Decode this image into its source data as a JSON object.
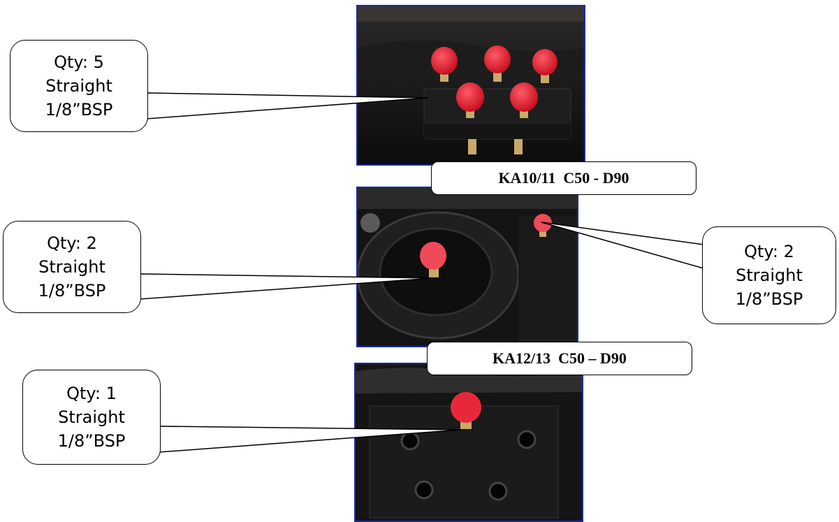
{
  "callouts": [
    {
      "qty": "Qty: 5",
      "type": "Straight",
      "thread": "1/8”BSP"
    },
    {
      "qty": "Qty: 2",
      "type": "Straight",
      "thread": "1/8”BSP"
    },
    {
      "qty": "Qty: 2",
      "type": "Straight",
      "thread": "1/8”BSP"
    },
    {
      "qty": "Qty: 1",
      "type": "Straight",
      "thread": "1/8”BSP"
    }
  ],
  "banners": {
    "first": "KA10/11  C50 - D90",
    "second": "KA12/13  C50 – D90"
  },
  "colors": {
    "photo_border": "#1a2aa8",
    "cap_red": "#e8283a",
    "fitting_brass": "#c9a96a"
  }
}
